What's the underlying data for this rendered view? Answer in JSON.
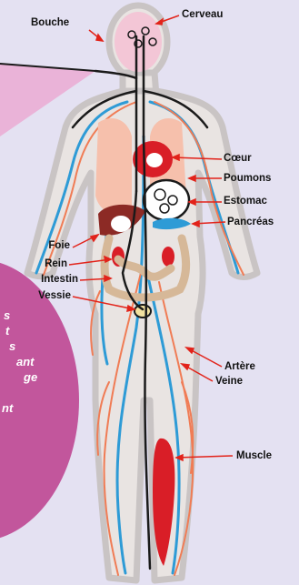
{
  "labels": {
    "bouche": "Bouche",
    "cerveau": "Cerveau",
    "coeur": "Cœur",
    "poumons": "Poumons",
    "estomac": "Estomac",
    "pancreas": "Pancréas",
    "foie": "Foie",
    "rein": "Rein",
    "intestin": "Intestin",
    "vessie": "Vessie",
    "artere": "Artère",
    "veine": "Veine",
    "muscle": "Muscle"
  },
  "circle_text_lines": [
    "s",
    "t",
    "s",
    "ant",
    "ge",
    "",
    "nt"
  ],
  "colors": {
    "background": "#e4e1f2",
    "body_outline": "#c9c4c4",
    "body_fill": "#e9e4e2",
    "artery": "#f07c55",
    "vein": "#2e9bd6",
    "digestive_tract": "#1a1a1a",
    "organ_red": "#d91e27",
    "lungs": "#f6c0ac",
    "intestine": "#d6b898",
    "liver": "#8c2a25",
    "pink_circle": "#c2569c",
    "label_arrow": "#e2231a"
  }
}
